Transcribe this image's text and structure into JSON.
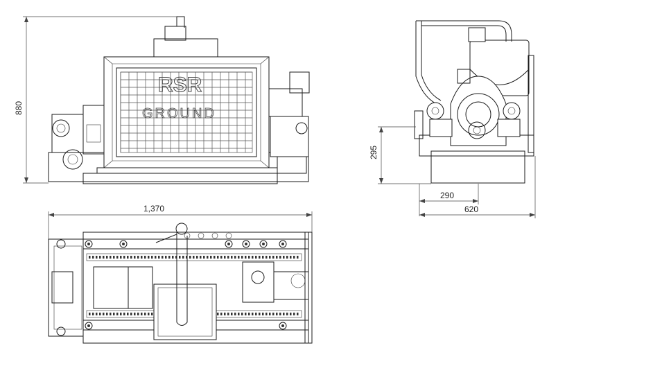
{
  "dimensions": {
    "height_front": "880",
    "width_front": "1,370",
    "height_side": "295",
    "track_side": "290",
    "width_side": "620"
  },
  "watermark": {
    "brand": "RSR",
    "sub": "GROUND"
  },
  "colors": {
    "line": "#1a1a1a",
    "background": "#ffffff"
  }
}
